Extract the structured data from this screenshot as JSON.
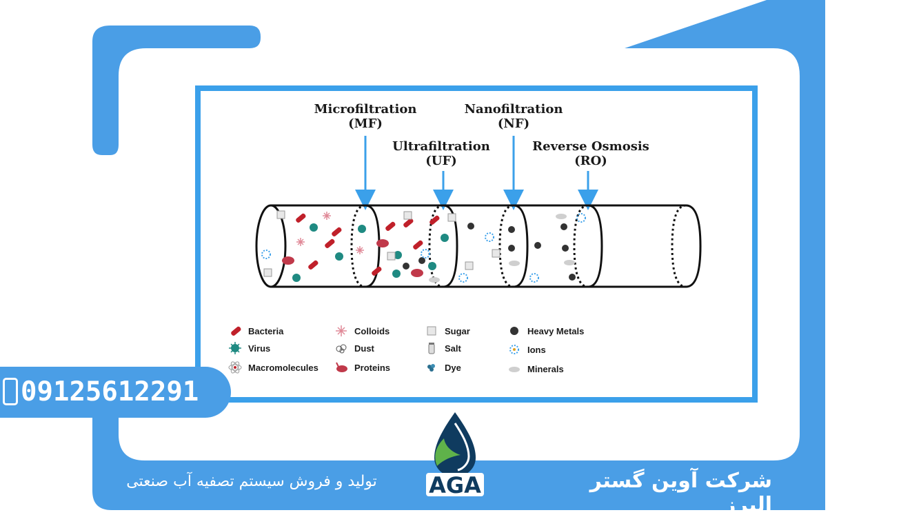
{
  "diagram": {
    "labels": {
      "mf": {
        "name": "Microfiltration",
        "abbr": "(MF)"
      },
      "uf": {
        "name": "Ultrafiltration",
        "abbr": "(UF)"
      },
      "nf": {
        "name": "Nanofiltration",
        "abbr": "(NF)"
      },
      "ro": {
        "name": "Reverse Osmosis",
        "abbr": "(RO)"
      }
    },
    "legend": [
      {
        "name": "Bacteria",
        "icon": "bacteria-icon"
      },
      {
        "name": "Virus",
        "icon": "virus-icon"
      },
      {
        "name": "Macromolecules",
        "icon": "macromolecule-icon"
      },
      {
        "name": "Colloids",
        "icon": "colloid-icon"
      },
      {
        "name": "Dust",
        "icon": "dust-icon"
      },
      {
        "name": "Proteins",
        "icon": "protein-icon"
      },
      {
        "name": "Sugar",
        "icon": "sugar-icon"
      },
      {
        "name": "Salt",
        "icon": "salt-icon"
      },
      {
        "name": "Dye",
        "icon": "dye-icon"
      },
      {
        "name": "Heavy Metals",
        "icon": "heavy-metal-icon"
      },
      {
        "name": "Ions",
        "icon": "ion-icon"
      },
      {
        "name": "Minerals",
        "icon": "mineral-icon"
      }
    ],
    "colors": {
      "frame": "#3ba0ea",
      "arrow": "#3ba0ea",
      "bacteria": "#c0202a",
      "virus": "#1f8a82"
    }
  },
  "contact": {
    "phone": "09125612291"
  },
  "brand": {
    "logo_text": "AGA",
    "company_name": "شرکت آوین گستر البرز",
    "tagline": "تولید و فروش سیستم تصفیه آب صنعتی"
  }
}
